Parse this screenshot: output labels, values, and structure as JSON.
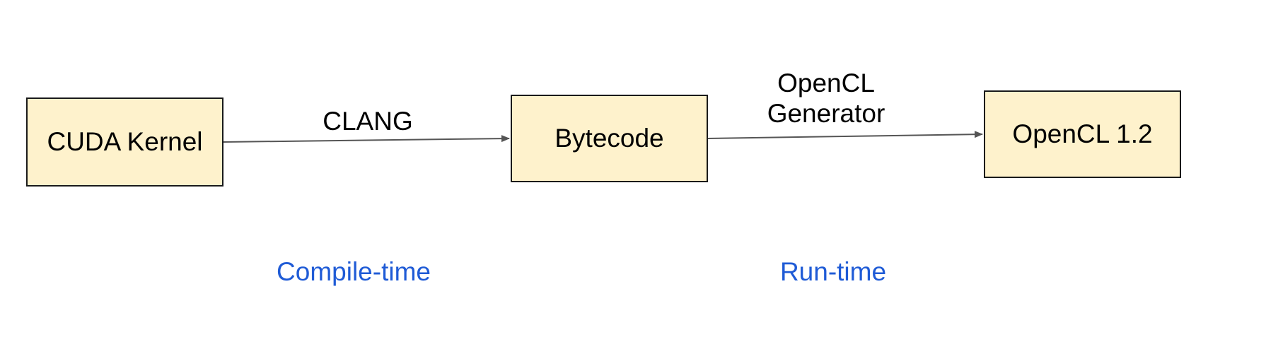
{
  "nodes": {
    "cuda": "CUDA Kernel",
    "bytecode": "Bytecode",
    "opencl": "OpenCL 1.2"
  },
  "edges": {
    "clang": "CLANG",
    "generator_line1": "OpenCL",
    "generator_line2": "Generator"
  },
  "phases": {
    "compile": "Compile-time",
    "run": "Run-time"
  },
  "colors": {
    "node_fill": "#fef2cc",
    "node_border": "#1a1a1a",
    "arrow": "#555555",
    "phase_text": "#1f5bd6"
  }
}
